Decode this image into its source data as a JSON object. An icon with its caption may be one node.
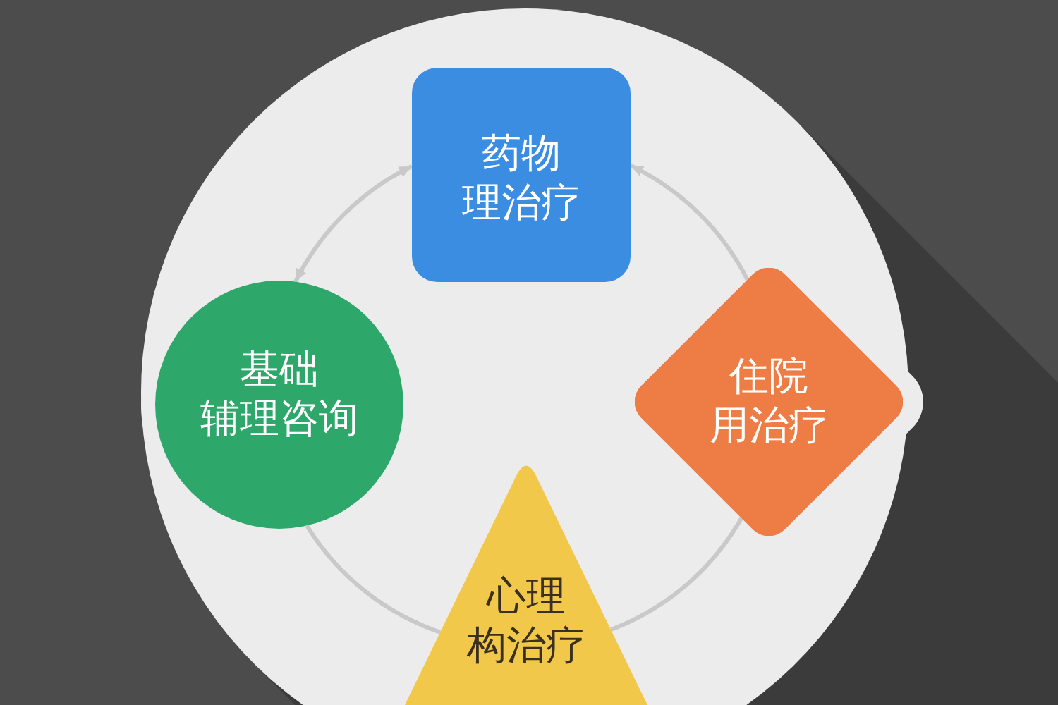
{
  "diagram": {
    "nodes": [
      {
        "text": [
          "药物理治疗"
        ]
      },
      {
        "text": [
          "基础辅理咨询"
        ]
      },
      {
        "text": [
          "住院用治疗"
        ]
      },
      {
        "text": [
          "心理构治疗"
        ]
      }
    ],
    "edges": [
      {
        "from": 1,
        "to": 0,
        "arrow": "both"
      },
      {
        "from": 2,
        "to": 0,
        "arrow": "to"
      },
      {
        "from": 2,
        "to": 3,
        "arrow": "none"
      },
      {
        "from": 3,
        "to": 1,
        "arrow": "none"
      }
    ]
  }
}
